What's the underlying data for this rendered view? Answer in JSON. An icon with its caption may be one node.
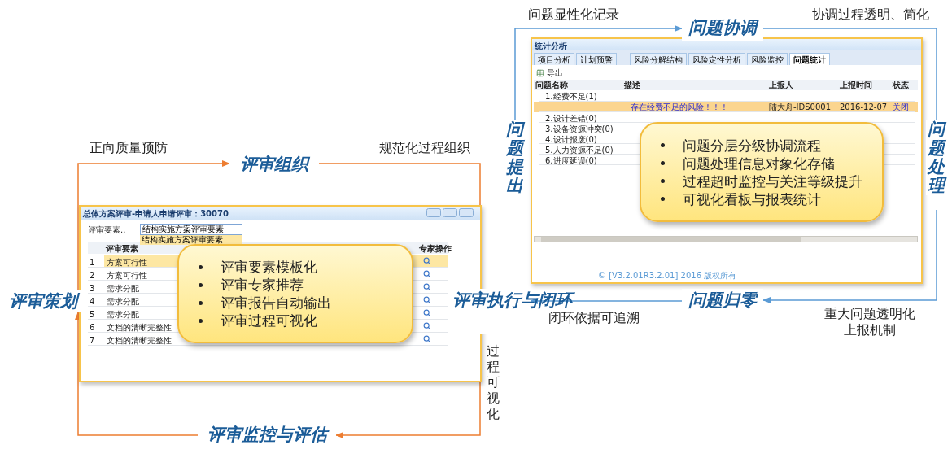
{
  "diagram": {
    "nodes": [
      {
        "text": [
          "评审组织"
        ]
      },
      {
        "text": [
          "总体方案评审-申请人申请评审：30070"
        ]
      },
      {
        "text": [
          "评审要素模板化",
          "评审专家推荐",
          "评审报告自动输出",
          "评审过程可视化"
        ],
        "in": 1
      },
      {
        "text": [
          "评审策划"
        ]
      },
      {
        "text": [
          "评审执行与闭环"
        ]
      },
      {
        "text": [
          "评审监控与评估"
        ]
      },
      {
        "text": [
          "问题协调"
        ]
      },
      {
        "text": [
          "问题提出"
        ]
      },
      {
        "text": [
          "统计分析"
        ]
      },
      {
        "text": [
          "问题分层分级协调流程",
          "问题处理信息对象化存储",
          "过程超时监控与关注等级提升",
          "可视化看板与报表统计"
        ],
        "in": 8
      },
      {
        "text": [
          "问题处理"
        ]
      },
      {
        "text": [
          "问题归零"
        ]
      }
    ],
    "edges": [
      {
        "from": 3,
        "to": 0,
        "arrow": "to",
        "label": "正向质量预防",
        "color": "#ed7d31"
      },
      {
        "from": 0,
        "to": 4,
        "arrow": "none",
        "label": "规范化过程组织",
        "color": "#ed7d31"
      },
      {
        "from": 4,
        "to": 5,
        "arrow": "to",
        "label": "过程可视化",
        "color": "#ed7d31"
      },
      {
        "from": 5,
        "to": 3,
        "arrow": "to",
        "color": "#ed7d31"
      },
      {
        "from": 7,
        "to": 6,
        "arrow": "to",
        "label": "问题显性化记录",
        "color": "#5b9bd5"
      },
      {
        "from": 6,
        "to": 10,
        "arrow": "none",
        "label": "协调过程透明、简化",
        "color": "#5b9bd5"
      },
      {
        "from": 10,
        "to": 11,
        "arrow": "to",
        "label": "重大问题透明化上报机制",
        "color": "#5b9bd5"
      },
      {
        "from": 11,
        "to": 4,
        "arrow": "to",
        "label": "闭环依据可追溯",
        "color": "#5b9bd5"
      }
    ],
    "labels": [
      "评审要素..",
      "结构实施方案评审要素",
      "结构实施方案评审要素",
      "评审要素",
      "专家操作",
      "1",
      "方案可行性",
      "2",
      "方案可行性",
      "3",
      "需求分配",
      "4",
      "需求分配",
      "5",
      "需求分配",
      "6",
      "文档的清晰完整性",
      "7",
      "文档的清晰完整性",
      "项目分析",
      "计划预警",
      "风险分解结构",
      "风险定性分析",
      "风险监控",
      "问题统计",
      "导出",
      "问题名称",
      "描述",
      "上报人",
      "上报时间",
      "状态",
      "1.经费不足(1)",
      "存在经费不足的风险！！！",
      "陆大舟-IDS0001",
      "2016-12-07",
      "关闭",
      "2.设计差错(0)",
      "3.设备资源冲突(0)",
      "4.设计报废(0)",
      "5.人力资源不足(0)",
      "6.进度延误(0)",
      "© [V3.2.01R3.2.01] 2016 版权所有"
    ]
  }
}
